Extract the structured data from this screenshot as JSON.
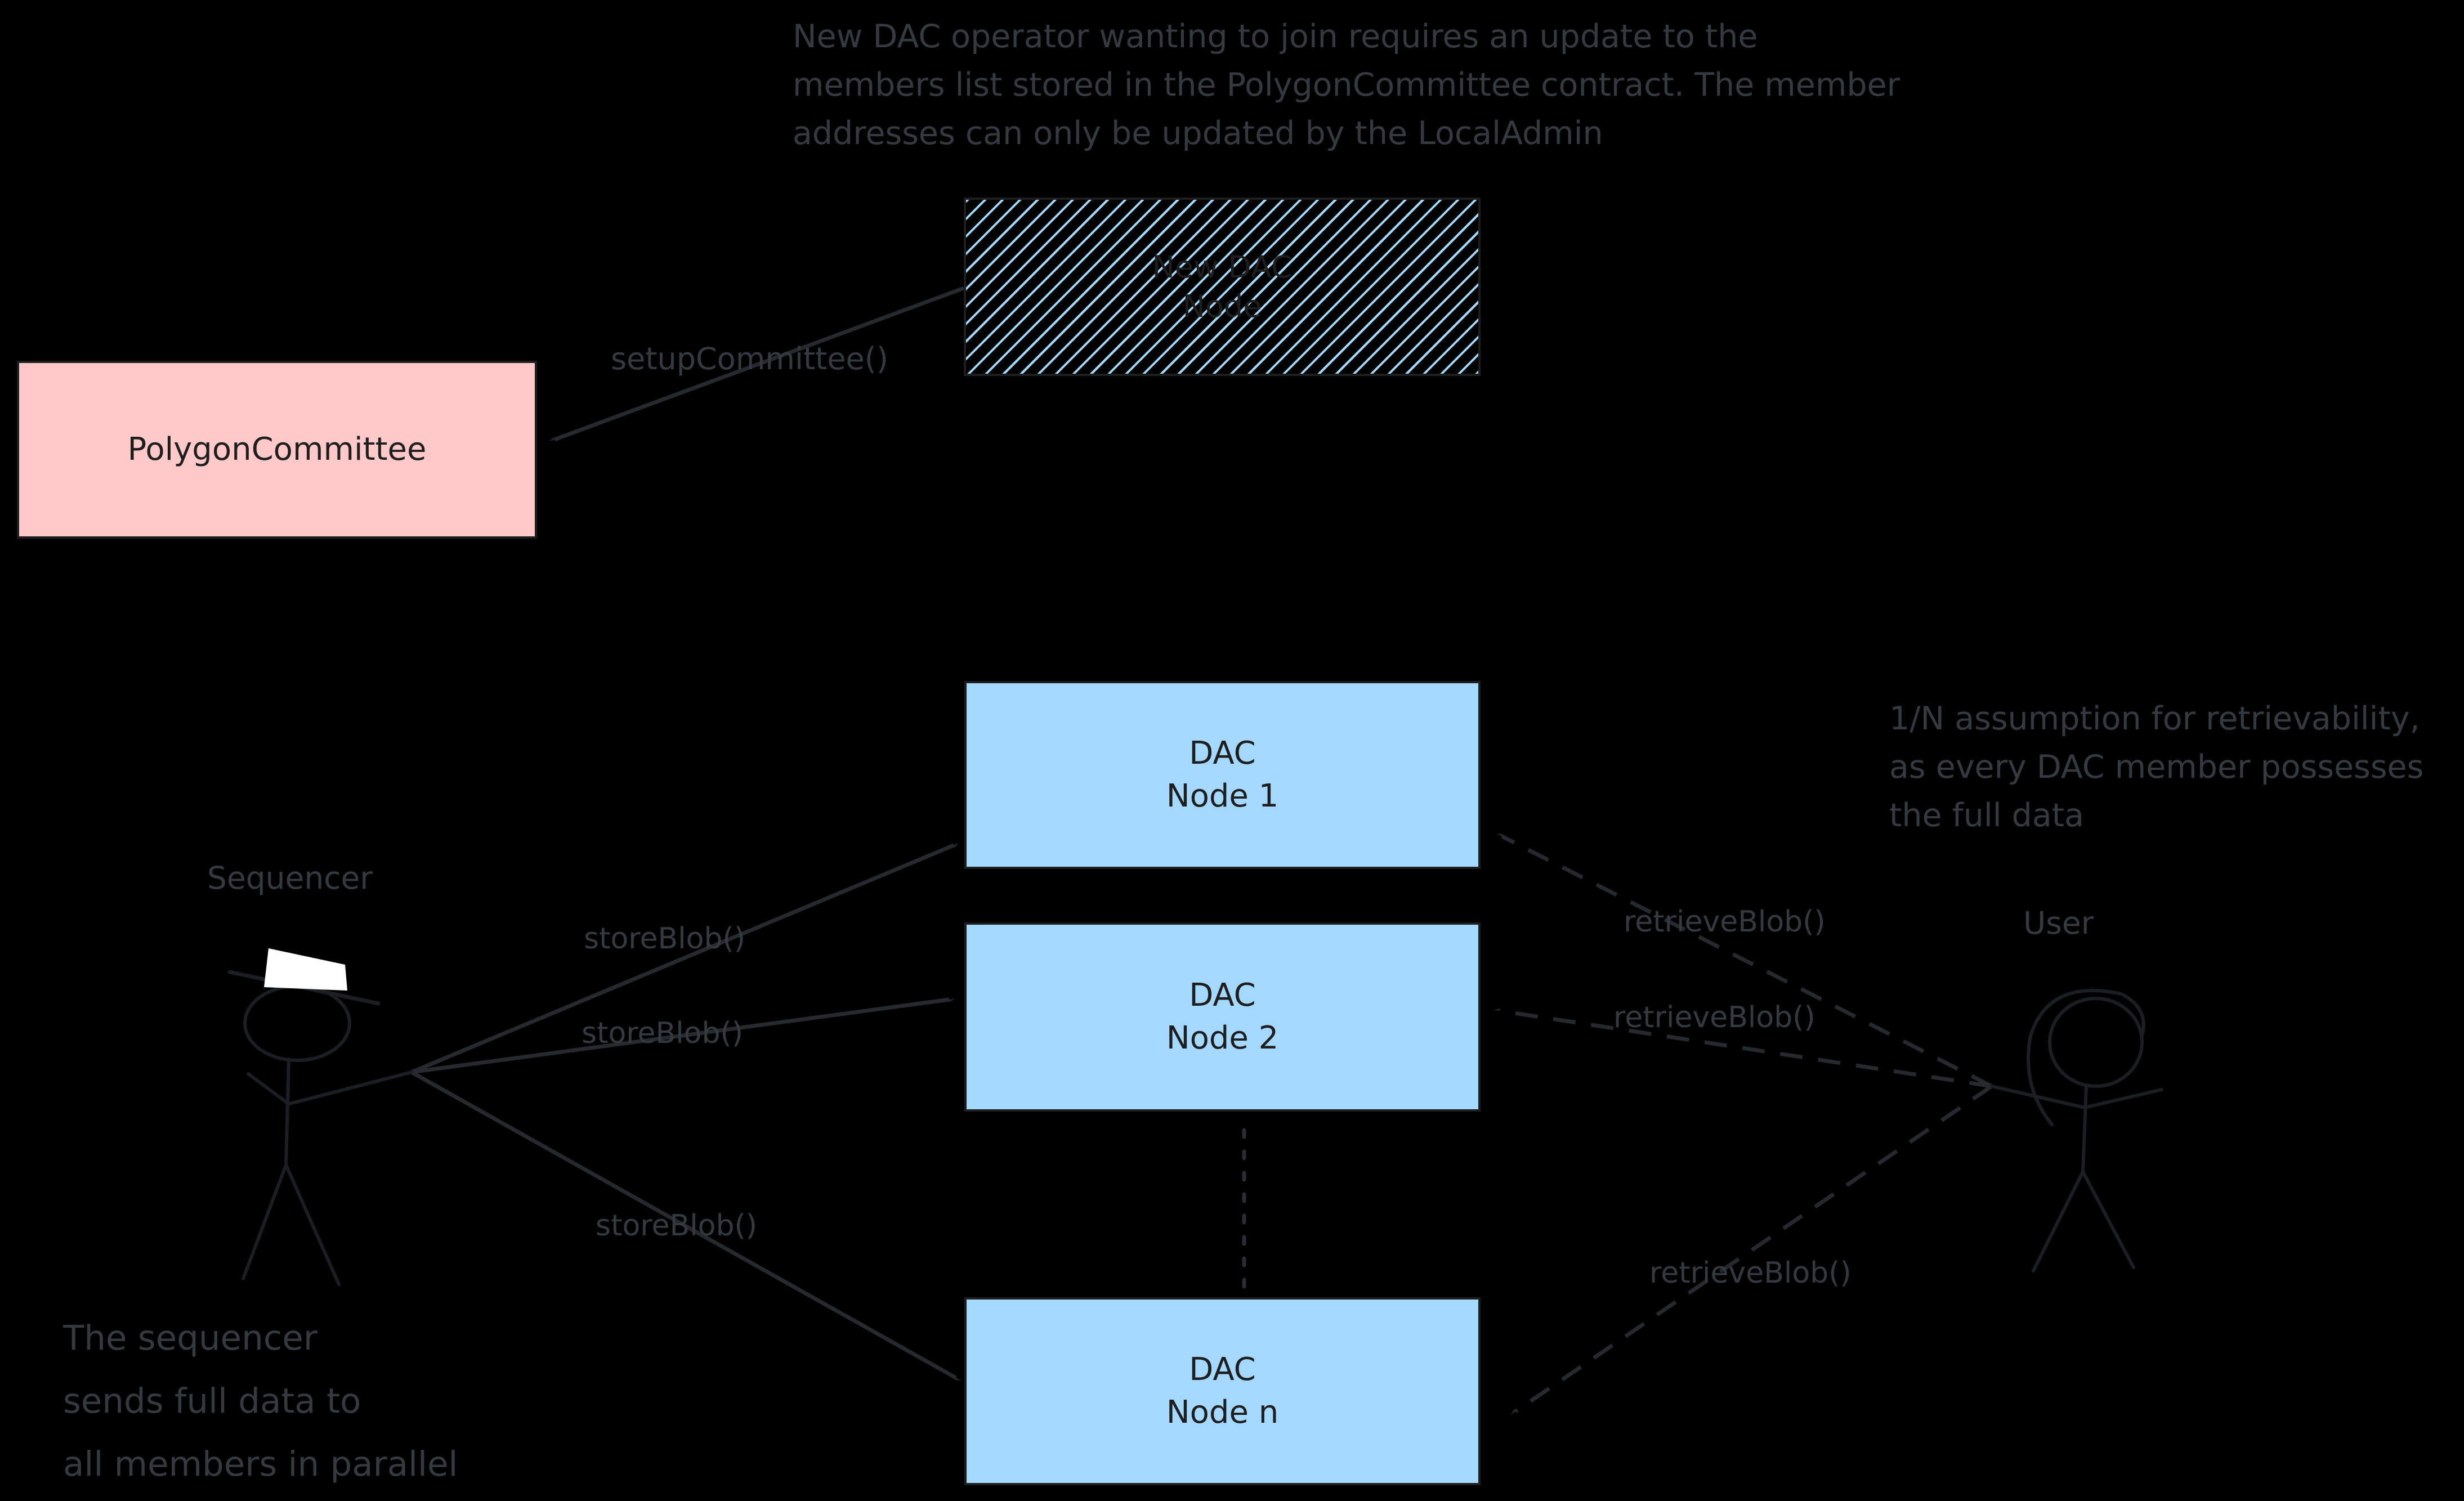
{
  "diagram": {
    "colors": {
      "background": "#000000",
      "node_blue": "#a5d8ff",
      "contract_pink": "#ffc9c9",
      "box_stroke": "#1e1e1e",
      "annotation_gray": "#343a40",
      "hat_white": "#ffffff"
    },
    "annotations": {
      "top_note": "New DAC operator wanting to join requires an update to the\nmembers list stored in the PolygonCommittee contract. The member\naddresses can only be updated by the LocalAdmin",
      "retrievability_note": "1/N assumption for retrievability,\nas every DAC member possesses\nthe full data",
      "sequencer_note": "The sequencer\nsends full data to\nall members in parallel"
    },
    "nodes": {
      "new_dac_node": {
        "label": "New DAC\nNode"
      },
      "polygon_committee": {
        "label": "PolygonCommittee"
      },
      "dac_node_1": {
        "label": "DAC\nNode 1"
      },
      "dac_node_2": {
        "label": "DAC\nNode 2"
      },
      "dac_node_n": {
        "label": "DAC\nNode n"
      }
    },
    "actors": {
      "sequencer": {
        "label": "Sequencer"
      },
      "user": {
        "label": "User"
      }
    },
    "edges": {
      "setup_committee": {
        "label": "setupCommittee()",
        "style": "solid-arrow"
      },
      "store_blob_1": {
        "label": "storeBlob()",
        "style": "solid-arrow"
      },
      "store_blob_2": {
        "label": "storeBlob()",
        "style": "solid-arrow"
      },
      "store_blob_3": {
        "label": "storeBlob()",
        "style": "solid-arrow"
      },
      "retrieve_blob_1": {
        "label": "retrieveBlob()",
        "style": "dashed-arrow"
      },
      "retrieve_blob_2": {
        "label": "retrieveBlob()",
        "style": "dashed-arrow"
      },
      "retrieve_blob_3": {
        "label": "retrieveBlob()",
        "style": "dashed-arrow"
      },
      "node_ellipsis": {
        "label": "",
        "style": "dotted-line"
      }
    }
  }
}
